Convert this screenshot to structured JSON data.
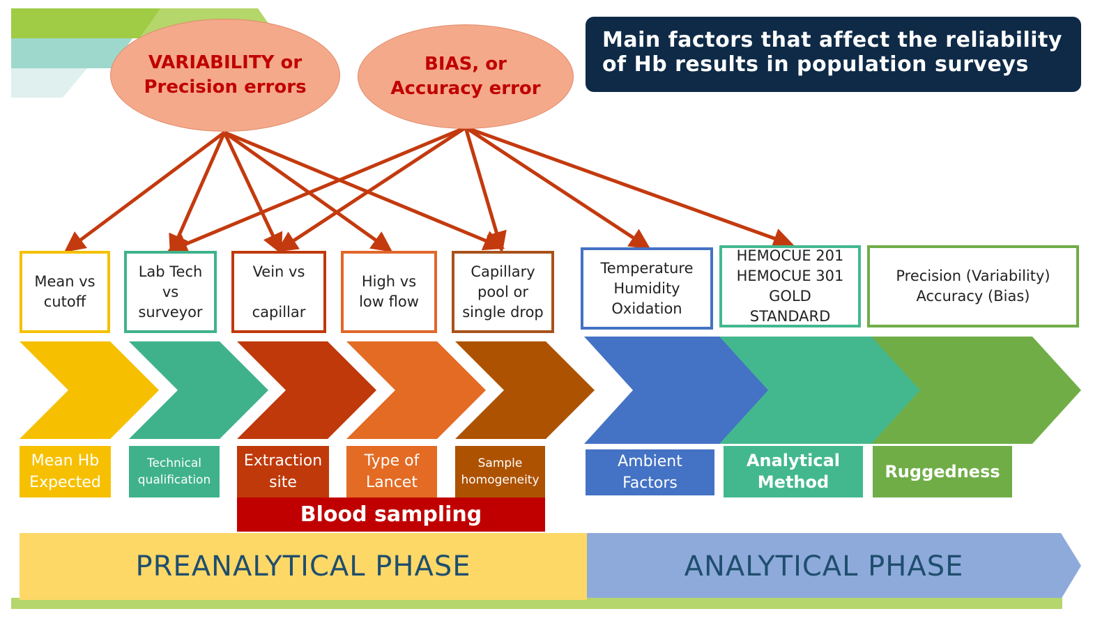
{
  "ellipses": {
    "variability": "VARIABILITY or\nPrecision errors",
    "bias": "BIAS, or\nAccuracy error"
  },
  "title": "Main factors that affect the reliability of Hb results in population surveys",
  "factor_boxes": [
    {
      "text": "Mean vs\ncutoff",
      "color": "#f6c000"
    },
    {
      "text": "Lab Tech\nvs\nsurveyor",
      "color": "#3fb28c"
    },
    {
      "text": "Vein vs\n\ncapillar",
      "color": "#c0390b"
    },
    {
      "text": "High vs\nlow flow",
      "color": "#e0672a"
    },
    {
      "text": "Capillary\npool or\nsingle drop",
      "color": "#a8521a"
    },
    {
      "text": "Temperature\nHumidity\nOxidation",
      "color": "#4472c4"
    },
    {
      "text": "HEMOCUE 201\nHEMOCUE 301\nGOLD\nSTANDARD",
      "color": "#43b88f"
    },
    {
      "text": "Precision (Variability)\nAccuracy (Bias)",
      "color": "#70ad47"
    }
  ],
  "categories": [
    {
      "text": "Mean Hb\nExpected",
      "color": "#f6c000"
    },
    {
      "text": "Technical\nqualification",
      "color": "#3fb28c"
    },
    {
      "text": "Extraction\nsite",
      "color": "#c0390b"
    },
    {
      "text": "Type of\nLancet",
      "color": "#e36b24"
    },
    {
      "text": "Sample\nhomogeneity",
      "color": "#ad5200"
    },
    {
      "text": "Ambient\nFactors",
      "color": "#4472c4"
    },
    {
      "text": "Analytical\nMethod",
      "color": "#43b88f"
    },
    {
      "text": "Ruggedness",
      "color": "#70ad47"
    }
  ],
  "blood_sampling": "Blood sampling",
  "phases": {
    "pre": "PREANALYTICAL PHASE",
    "analytical": "ANALYTICAL PHASE"
  }
}
